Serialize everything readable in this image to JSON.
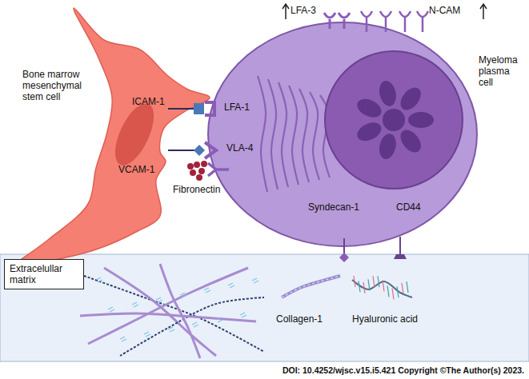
{
  "diagram": {
    "nodes": [
      {
        "text": [
          "Bone marrow mesenchymal stem cell",
          "ICAM-1",
          "VCAM-1"
        ]
      },
      {
        "text": [
          "Myeloma plasma cell",
          "LFA-1",
          "VLA-4",
          "Syndecan-1",
          "CD44"
        ]
      },
      {
        "text": [
          "Collagen-1",
          "Hyaluronic acid"
        ]
      },
      {
        "text": [
          "Extracelullar matrix"
        ],
        "in": 2
      }
    ],
    "edges": [
      {
        "from": 0,
        "to": 1,
        "arrow": "none"
      },
      {
        "from": 0,
        "to": 1,
        "arrow": "none"
      }
    ],
    "labels": [
      "LFA-3",
      "N-CAM",
      "Fibronectin",
      "DOI: 10.4252/wjsc.v15.i5.421 Copyright ©The Author(s) 2023."
    ]
  }
}
